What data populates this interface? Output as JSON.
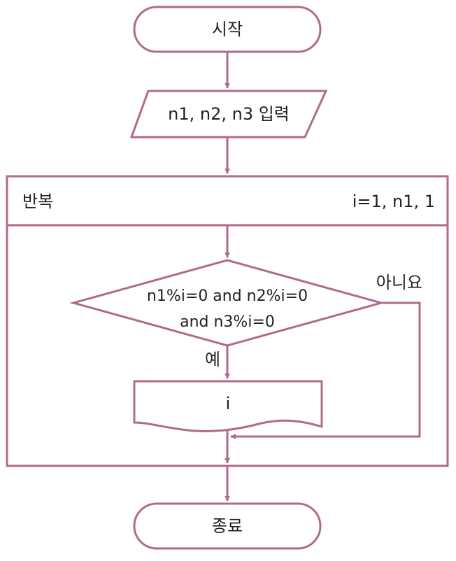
{
  "flowchart": {
    "stroke_color": "#b06a8e",
    "text_color": "#231f20",
    "start_label": "시작",
    "input_label": "n1, n2, n3 입력",
    "loop_label": "반복",
    "loop_range": "i=1, n1, 1",
    "condition_line1": "n1%i=0 and n2%i=0",
    "condition_line2": "and n3%i=0",
    "no_label": "아니요",
    "yes_label": "예",
    "output_label": "i",
    "end_label": "종료"
  }
}
